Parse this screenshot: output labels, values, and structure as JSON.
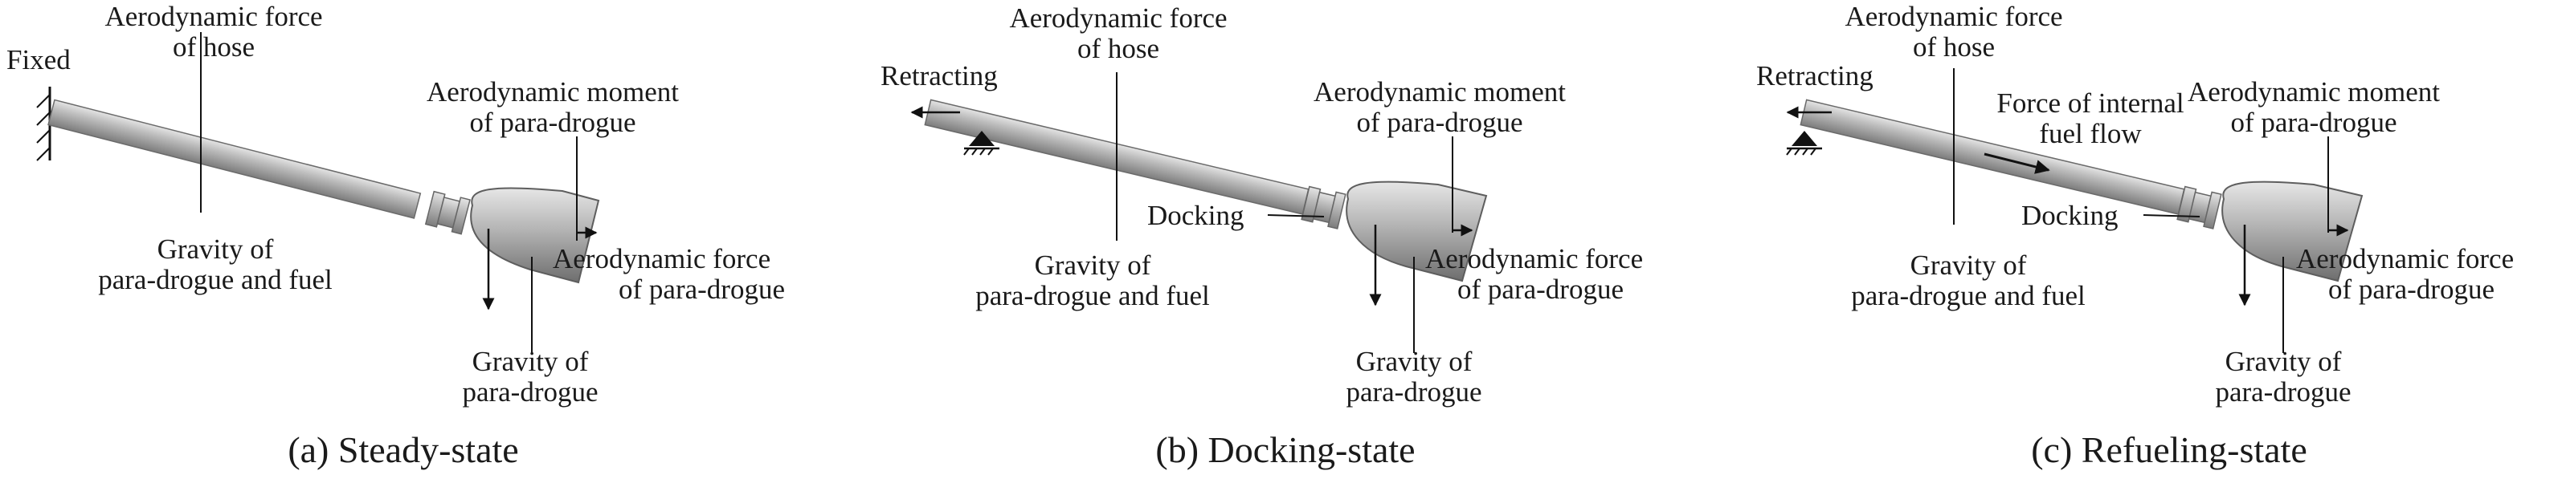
{
  "panels": [
    {
      "caption": "(a) Steady-state",
      "fixed": "Fixed",
      "hose_force": [
        "Aerodynamic force",
        "of hose"
      ],
      "moment": [
        "Aerodynamic moment",
        "of para-drogue"
      ],
      "gravity_fuel": [
        "Gravity of",
        "para-drogue and fuel"
      ],
      "drogue_force": [
        "Aerodynamic force",
        "of para-drogue"
      ],
      "gravity": [
        "Gravity of",
        "para-drogue"
      ]
    },
    {
      "caption": "(b) Docking-state",
      "retracting": "Retracting",
      "hose_force": [
        "Aerodynamic force",
        "of hose"
      ],
      "moment": [
        "Aerodynamic moment",
        "of para-drogue"
      ],
      "docking": "Docking",
      "gravity_fuel": [
        "Gravity of",
        "para-drogue and fuel"
      ],
      "drogue_force": [
        "Aerodynamic force",
        "of para-drogue"
      ],
      "gravity": [
        "Gravity of",
        "para-drogue"
      ]
    },
    {
      "caption": "(c) Refueling-state",
      "retracting": "Retracting",
      "hose_force": [
        "Aerodynamic force",
        "of hose"
      ],
      "internal_flow": [
        "Force of internal",
        "fuel flow"
      ],
      "moment": [
        "Aerodynamic moment",
        "of para-drogue"
      ],
      "docking": "Docking",
      "gravity_fuel": [
        "Gravity of",
        "para-drogue and fuel"
      ],
      "drogue_force": [
        "Aerodynamic force",
        "of para-drogue"
      ],
      "gravity": [
        "Gravity of",
        "para-drogue"
      ]
    }
  ]
}
